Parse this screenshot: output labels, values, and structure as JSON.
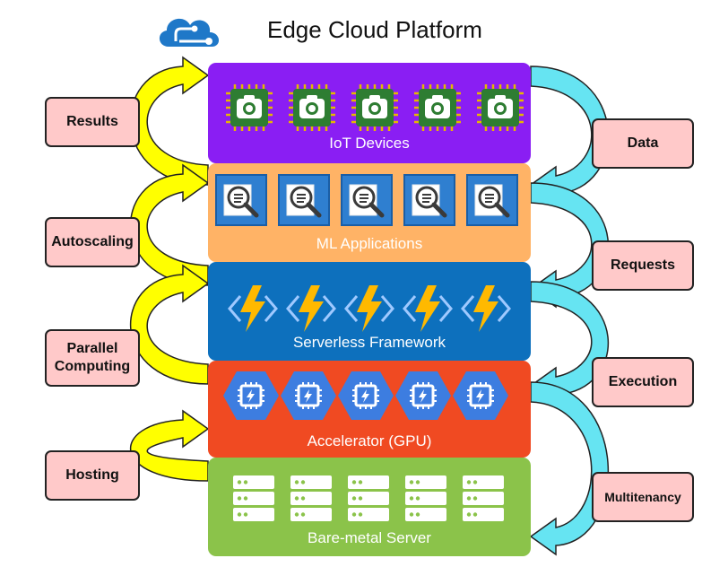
{
  "title": "Edge Cloud Platform",
  "logo_icon": "cloud-network-icon",
  "layers": [
    {
      "label": "IoT Devices",
      "icon": "camera-chip-icon",
      "color": "#8a1ef3"
    },
    {
      "label": "ML Applications",
      "icon": "document-search-icon",
      "color": "#ffb366"
    },
    {
      "label": "Serverless Framework",
      "icon": "lightning-function-icon",
      "color": "#0d70bd"
    },
    {
      "label": "Accelerator (GPU)",
      "icon": "gpu-chip-icon",
      "color": "#f04a22"
    },
    {
      "label": "Bare-metal Server",
      "icon": "server-rack-icon",
      "color": "#8bc34a"
    }
  ],
  "left_labels": [
    "Results",
    "Autoscaling",
    "Parallel Computing",
    "Hosting"
  ],
  "right_labels": [
    "Data",
    "Requests",
    "Execution",
    "Multitenancy"
  ],
  "colors": {
    "left_arrow": "#ffff00",
    "right_arrow": "#66e4f2",
    "label_fill": "#ffc9c9"
  }
}
